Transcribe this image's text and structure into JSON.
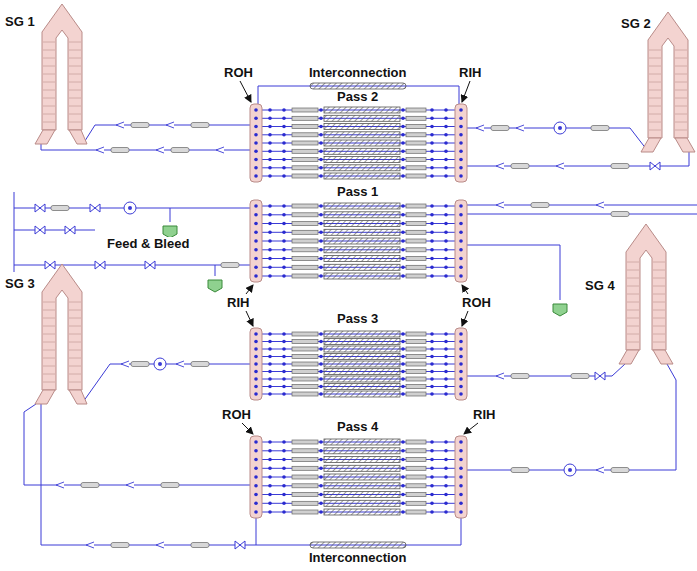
{
  "diagram": {
    "nodes": [
      {
        "text": [
          "SG 1"
        ]
      },
      {
        "text": [
          "SG 2"
        ]
      },
      {
        "text": [
          "SG 3"
        ]
      },
      {
        "text": [
          "SG 4"
        ]
      }
    ],
    "labels": [
      "Interconnection",
      "ROH",
      "RIH",
      "Pass 2",
      "Pass 1",
      "Feed & Bleed",
      "RIH",
      "ROH",
      "Pass 3",
      "ROH",
      "RIH",
      "Pass 4",
      "Interconnection"
    ]
  }
}
